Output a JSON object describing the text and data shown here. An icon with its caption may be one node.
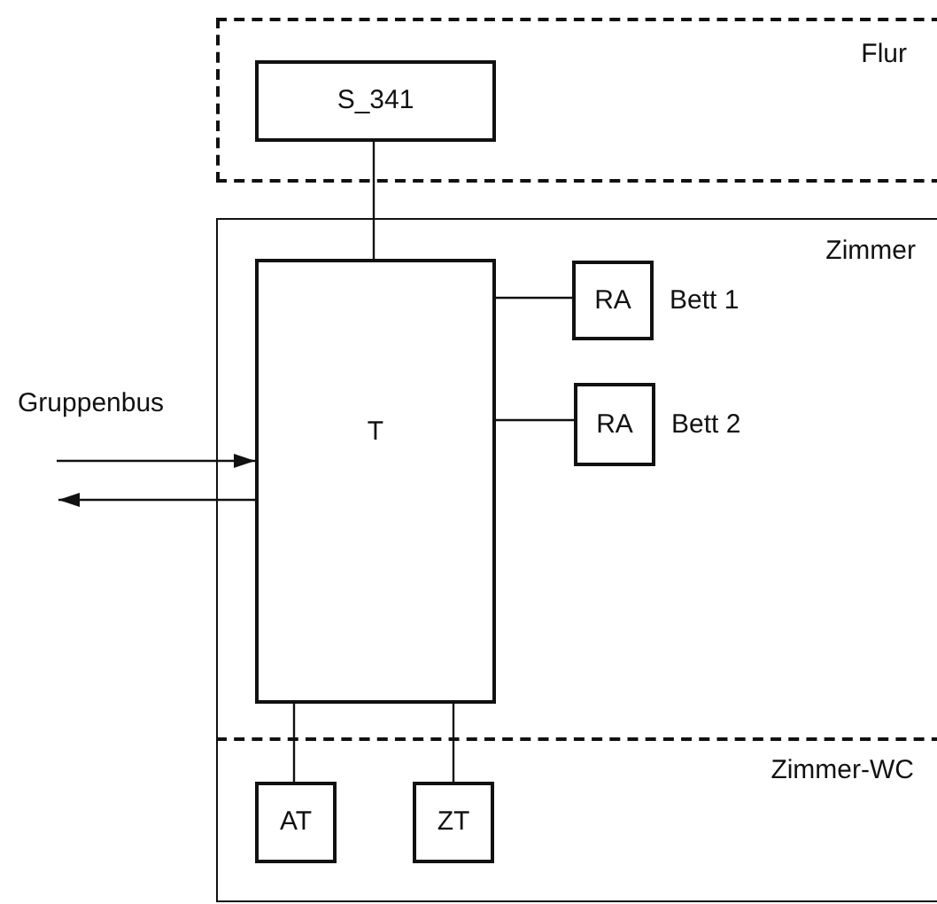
{
  "diagram": {
    "nodes": [
      {
        "text": [
          "Flur"
        ]
      },
      {
        "text": [
          "S_341"
        ],
        "in": 0
      },
      {
        "text": [
          "Zimmer"
        ]
      },
      {
        "text": [
          "T"
        ],
        "in": 2
      },
      {
        "text": [
          "RA"
        ],
        "beside": [
          "Bett 1"
        ],
        "in": 2
      },
      {
        "text": [
          "RA"
        ],
        "beside": [
          "Bett 2"
        ],
        "in": 2
      },
      {
        "text": [
          "Zimmer-WC"
        ],
        "in": 2
      },
      {
        "text": [
          "AT"
        ],
        "in": 6
      },
      {
        "text": [
          "ZT"
        ],
        "in": 6
      }
    ],
    "edges": [
      {
        "from": 1,
        "to": 3,
        "arrow": "none"
      },
      {
        "from": 3,
        "to": 4,
        "arrow": "none"
      },
      {
        "from": 3,
        "to": 5,
        "arrow": "none"
      },
      {
        "from": null,
        "to": 3,
        "arrow": "to"
      },
      {
        "from": 3,
        "to": null,
        "arrow": "to"
      },
      {
        "from": 3,
        "to": 7,
        "arrow": "none"
      },
      {
        "from": 3,
        "to": 8,
        "arrow": "none"
      }
    ],
    "labels": [
      "Gruppenbus"
    ]
  }
}
